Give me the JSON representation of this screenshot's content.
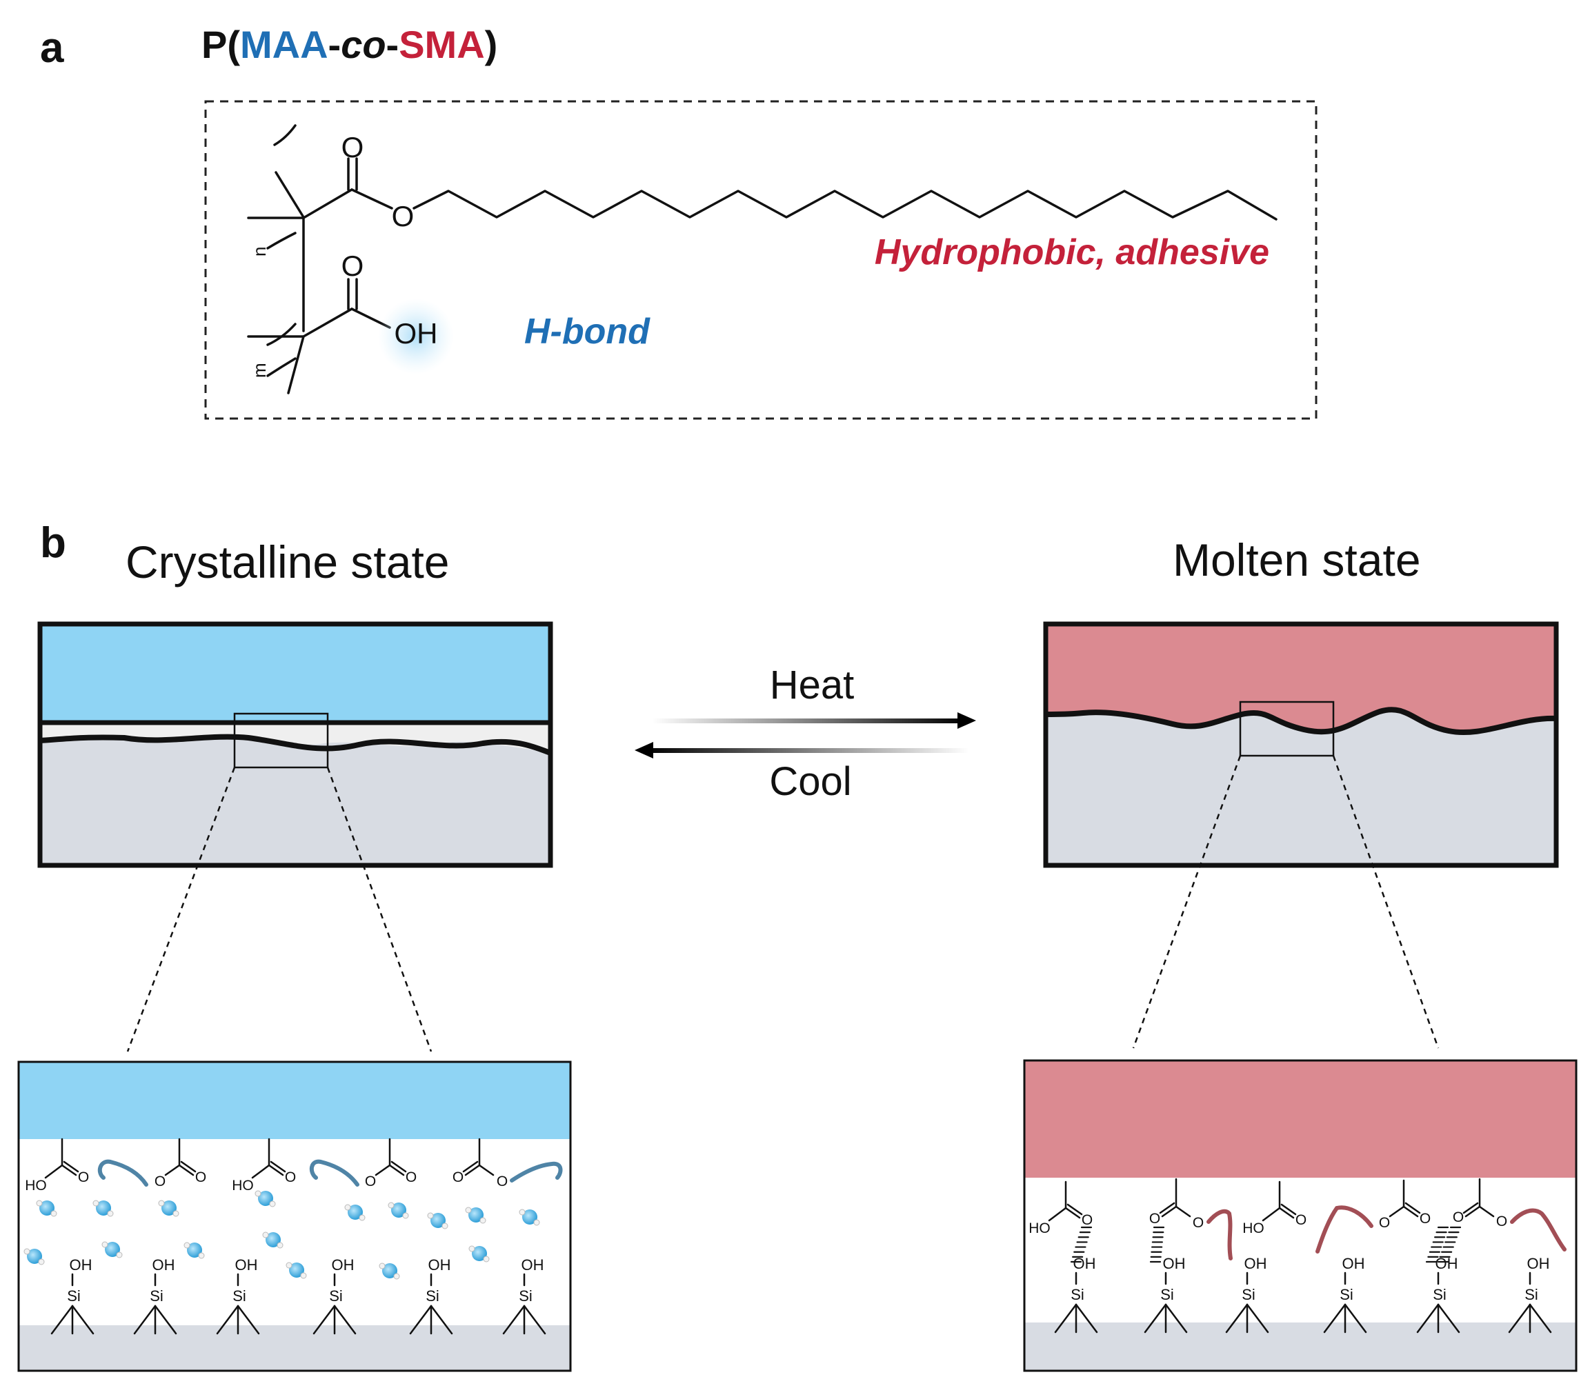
{
  "panel_a": {
    "label": "a",
    "title": {
      "prefix": "P(",
      "monomer1": "MAA",
      "sep1": "-",
      "co": "co",
      "sep2": "-",
      "monomer2": "SMA",
      "suffix": ")"
    },
    "atoms": {
      "o_top_carbonyl": "O",
      "o_ester": "O",
      "o_bottom_carbonyl": "O",
      "oh": "OH",
      "sub_n": "n",
      "sub_m": "m"
    },
    "labels": {
      "hydrophobic": "Hydrophobic, adhesive",
      "hbond": "H-bond"
    }
  },
  "panel_b": {
    "label": "b",
    "left_title": "Crystalline state",
    "right_title": "Molten state",
    "heat": "Heat",
    "cool": "Cool",
    "chem": {
      "ho": "HO",
      "o": "O",
      "oh": "OH",
      "si": "Si"
    }
  },
  "colors": {
    "maa_blue": "#1f6fb5",
    "sma_red": "#c4213a",
    "crystalline_fill": "#8fd4f4",
    "molten_fill": "#db8a91",
    "substrate": "#d8dce3",
    "water": "#4fb8ea",
    "blue_chain": "#4f84a6",
    "red_chain": "#a24e55"
  }
}
